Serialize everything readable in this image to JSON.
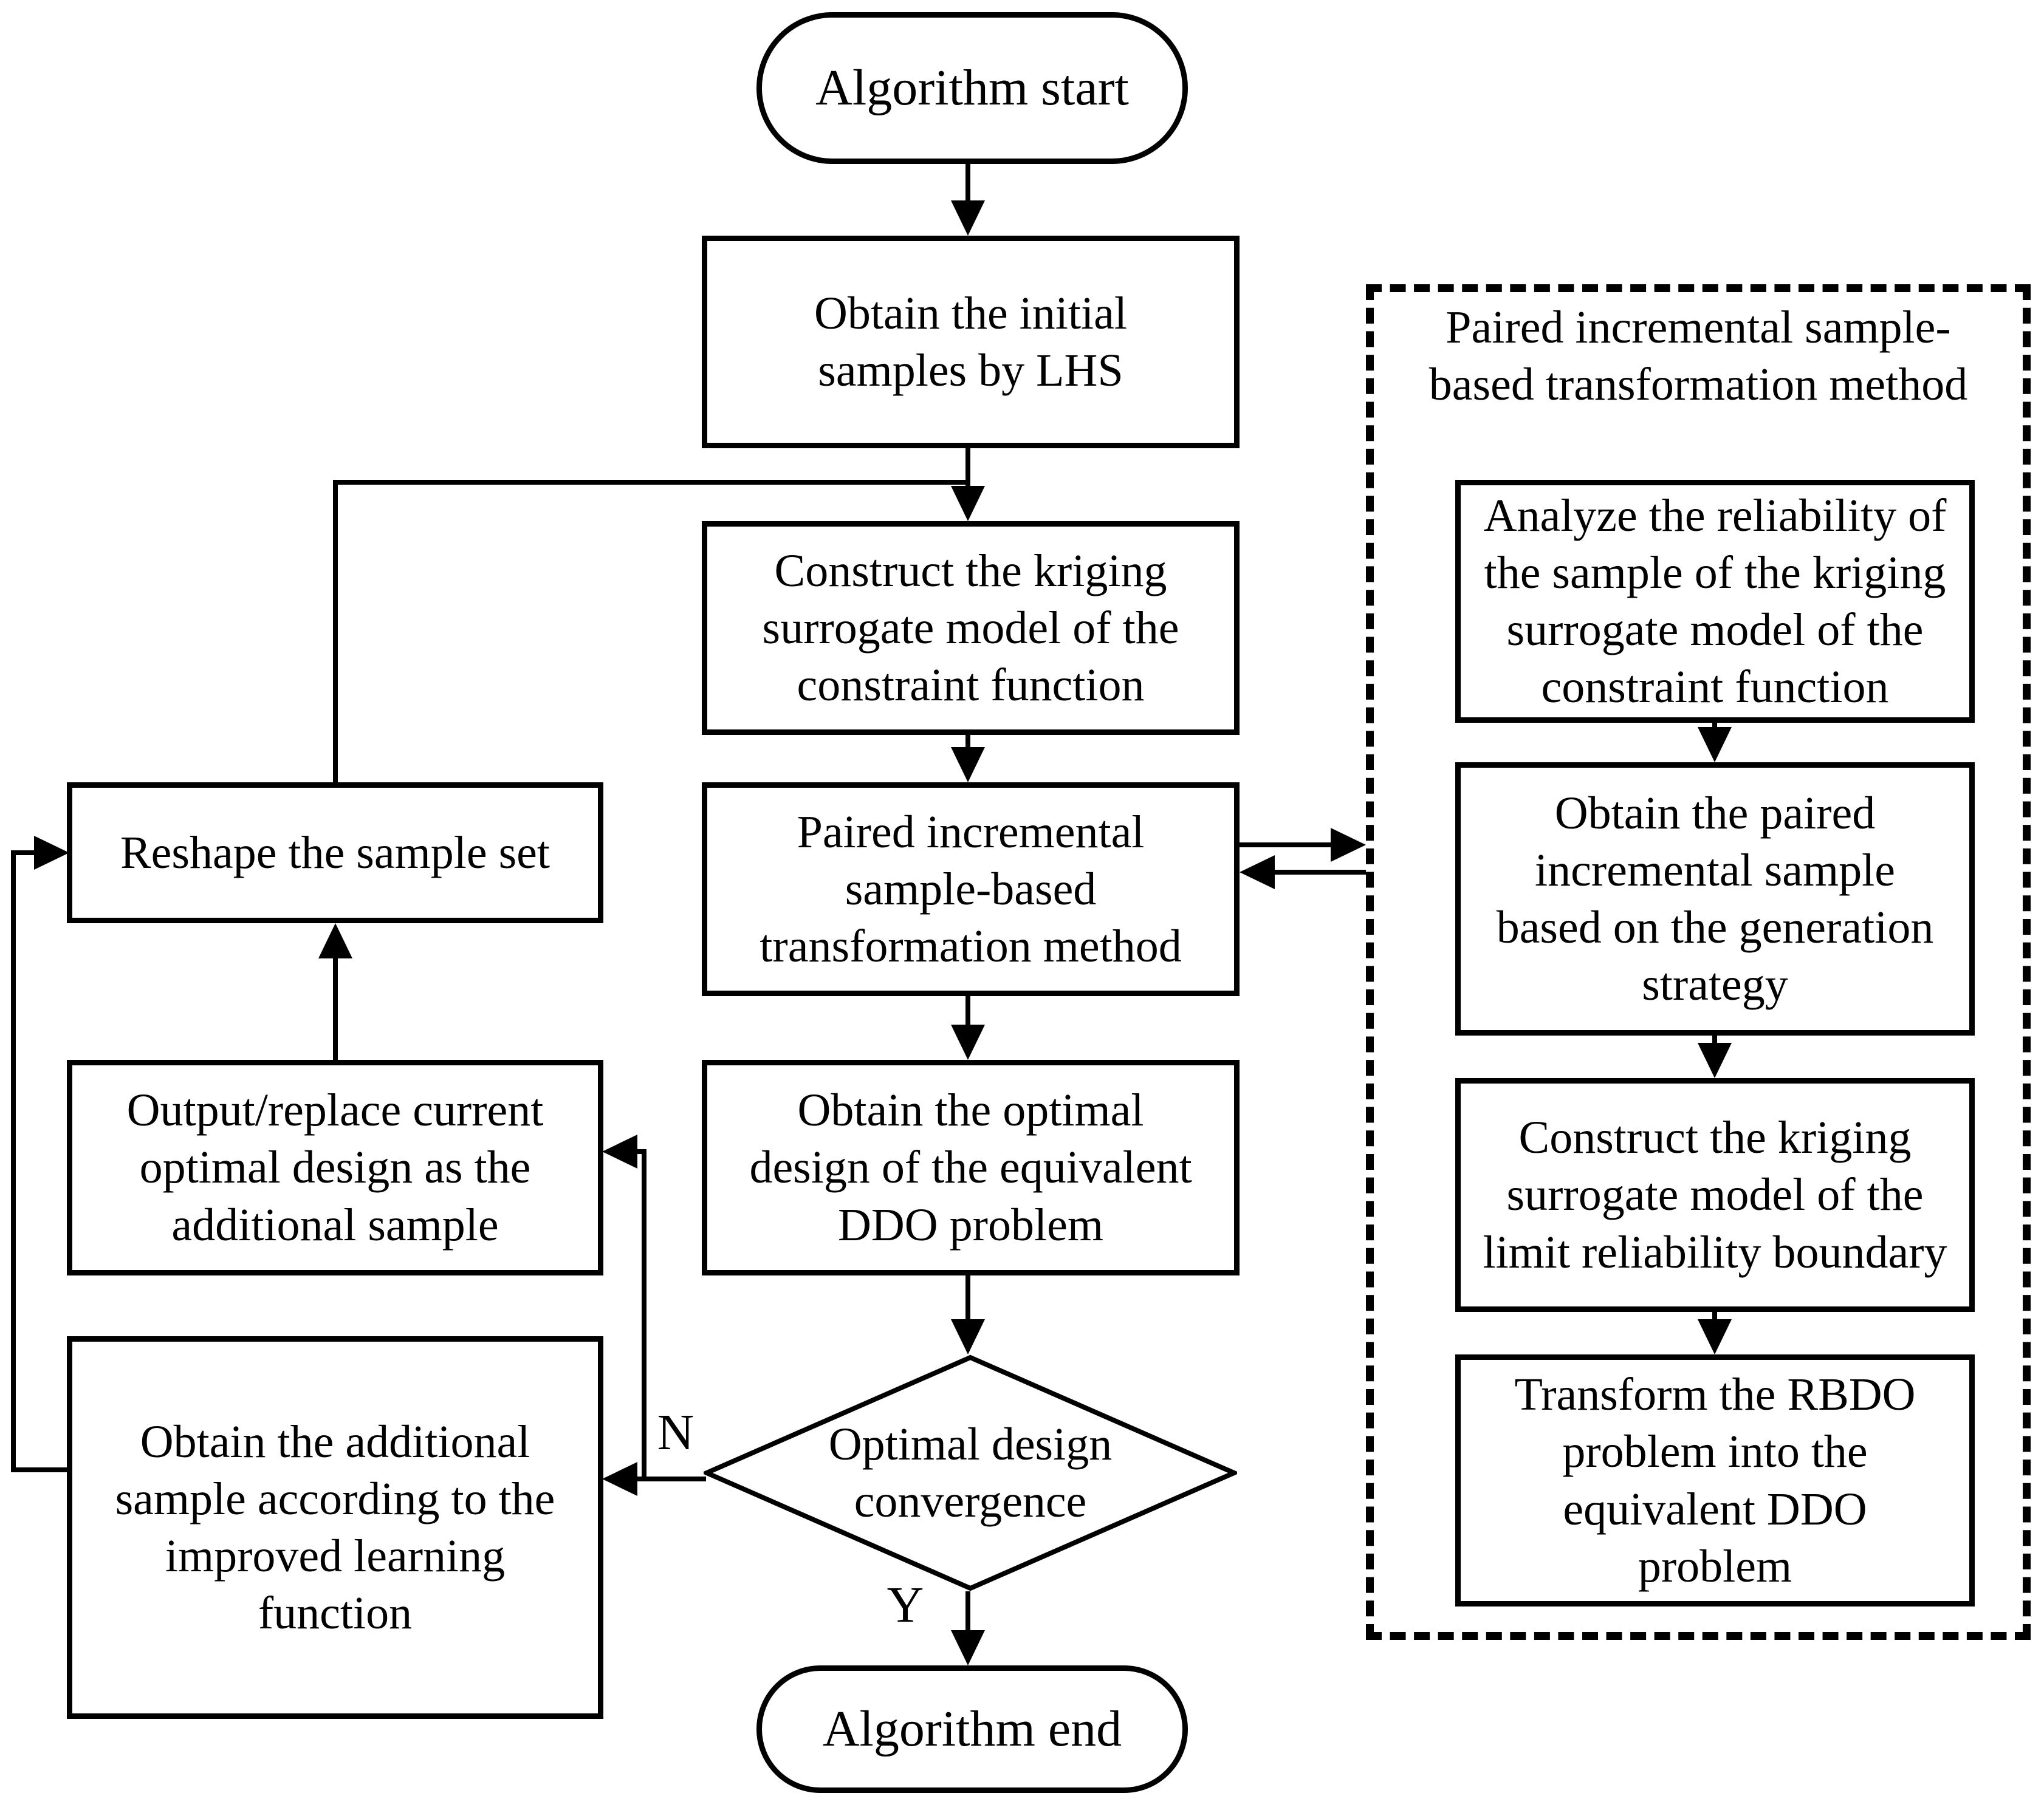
{
  "nodes": {
    "start": "Algorithm start",
    "initial": "Obtain the initial\nsamples by LHS",
    "construct": "Construct the kriging\nsurrogate model of the\nconstraint function",
    "paired": "Paired incremental\nsample-based\ntransformation method",
    "optimal": "Obtain the optimal\ndesign of the equivalent\nDDO problem",
    "decision": "Optimal design\nconvergence",
    "end": "Algorithm end",
    "reshape": "Reshape the sample set",
    "output": "Output/replace current\noptimal design as the\nadditional sample",
    "additional": "Obtain the additional\nsample according to the\nimproved learning\nfunction"
  },
  "panel": {
    "title": "Paired incremental sample-\nbased transformation method",
    "analyze": "Analyze the reliability of\nthe sample of the kriging\nsurrogate model of the\nconstraint function",
    "obtain_paired": "Obtain the paired\nincremental sample\nbased on the generation\nstrategy",
    "construct_limit": "Construct the kriging\nsurrogate model of the\nlimit reliability boundary",
    "transform": "Transform the RBDO\nproblem into the\nequivalent DDO\nproblem"
  },
  "labels": {
    "no": "N",
    "yes": "Y"
  },
  "colors": {
    "line": "#000000",
    "background": "#ffffff"
  }
}
